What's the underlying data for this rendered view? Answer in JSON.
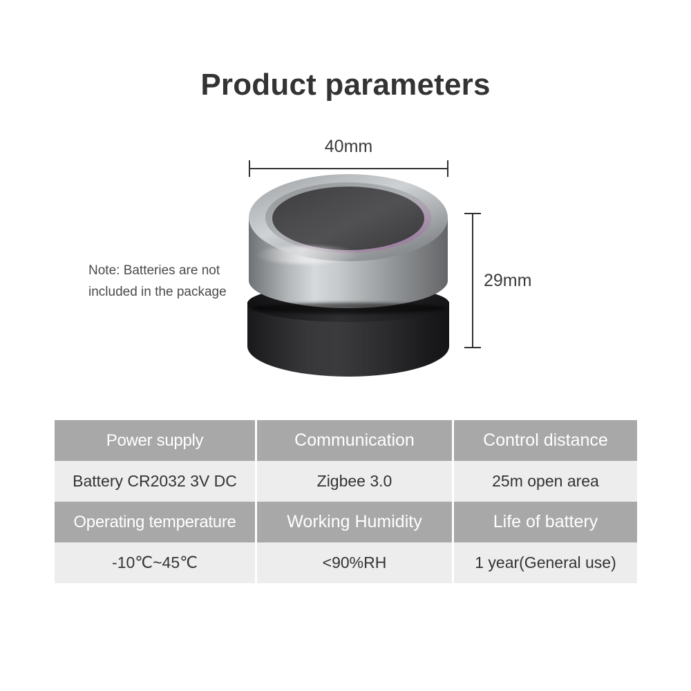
{
  "page": {
    "title": "Product parameters",
    "background_color": "#ffffff"
  },
  "product": {
    "note": "Note: Batteries are not included in the package",
    "dimensions": {
      "width_label": "40mm",
      "height_label": "29mm"
    },
    "colors": {
      "silver_body": "#b4b7b9",
      "silver_highlight": "#d6d9db",
      "dark_top_face": "#4b4b4d",
      "black_base": "#1c1c1e"
    }
  },
  "spec_table": {
    "header_bg": "#a8a8a8",
    "value_bg": "#ededed",
    "rows": [
      {
        "type": "header",
        "cells": [
          "Power supply",
          "Communication",
          "Control distance"
        ]
      },
      {
        "type": "value",
        "cells": [
          "Battery CR2032 3V DC",
          "Zigbee 3.0",
          "25m open area"
        ]
      },
      {
        "type": "header",
        "cells": [
          "Operating temperature",
          "Working Humidity",
          "Life of battery"
        ]
      },
      {
        "type": "value",
        "cells": [
          "-10℃~45℃",
          "<90%RH",
          "1 year(General use)"
        ]
      }
    ]
  }
}
